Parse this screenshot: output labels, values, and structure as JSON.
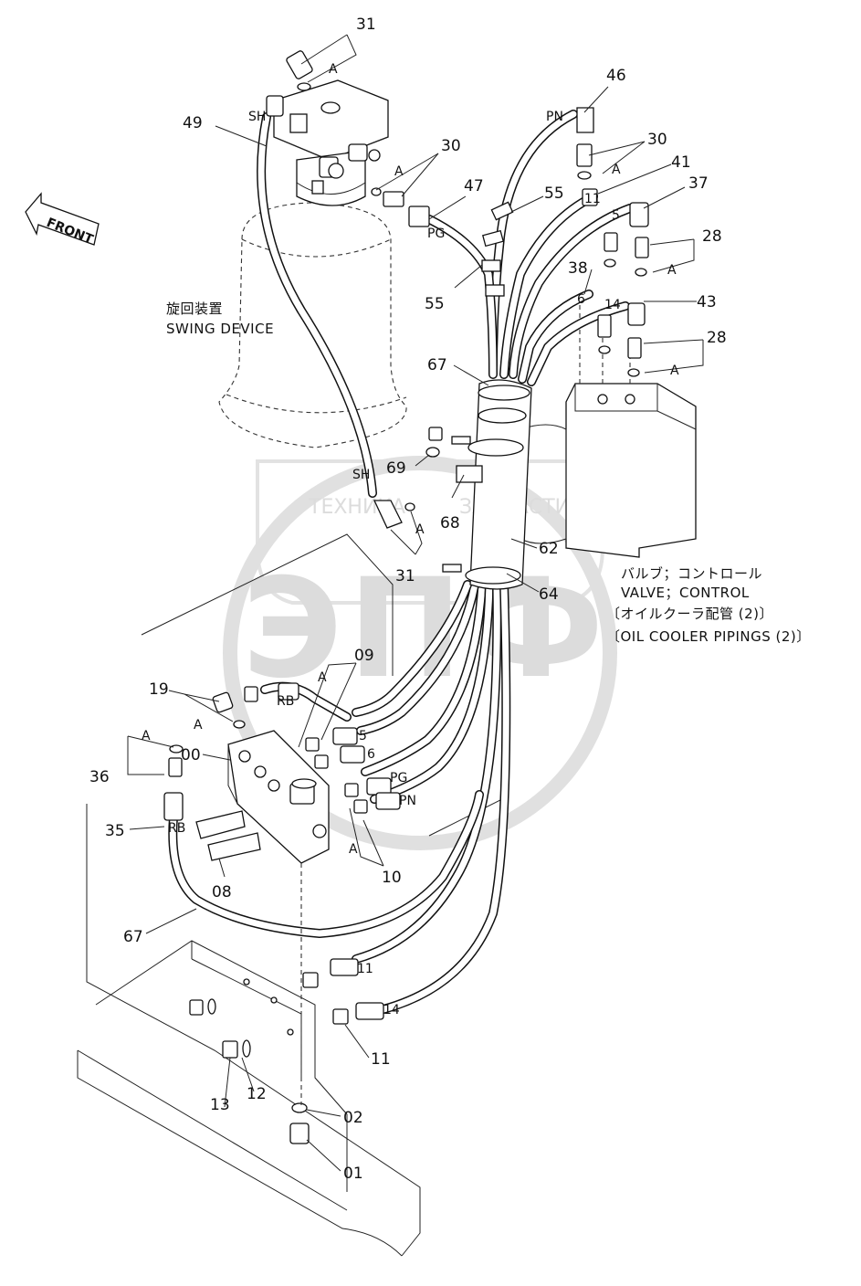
{
  "watermark": {
    "brand_top": "ТЕХНИКА",
    "brand_right": "ЗАПЧАСТИ",
    "logo_letters": "ЭПФ"
  },
  "orientation_label": "FRONT",
  "captions": {
    "swing_jp": "旋回装置",
    "swing_en": "SWING DEVICE",
    "valve_jp": "バルブ；コントロール",
    "valve_en": "VALVE；CONTROL",
    "oil_jp": "〔オイルクーラ配管 (2)〕",
    "oil_en": "〔OIL COOLER PIPINGS (2)〕"
  },
  "callouts": {
    "n31_top": "31",
    "n49": "49",
    "n30_mid": "30",
    "n46": "46",
    "n30_right": "30",
    "n41": "41",
    "n47": "47",
    "n55_top": "55",
    "n37": "37",
    "n28_top": "28",
    "n55_bot": "55",
    "n38": "38",
    "n43": "43",
    "n28_bot": "28",
    "n67_top": "67",
    "n69": "69",
    "n68": "68",
    "n62": "62",
    "n31_bot": "31",
    "n64": "64",
    "n09": "09",
    "n19": "19",
    "n36": "36",
    "n00": "00",
    "n35": "35",
    "n08": "08",
    "n10": "10",
    "n67_bot": "67",
    "n11": "11",
    "n13": "13",
    "n12": "12",
    "n02": "02",
    "n01": "01"
  },
  "hose_tags": {
    "SH_top": "SH",
    "SH_bot": "SH",
    "PN_top": "PN",
    "PG_top": "PG",
    "RB_top": "RB",
    "RB_left": "RB",
    "PG_bot": "PG",
    "PN_bot": "PN",
    "h5_top": "5",
    "h6_top": "6",
    "h11_top": "11",
    "h14_top": "14",
    "h5_bot": "5",
    "h6_bot": "6",
    "h11_bot": "11",
    "h14_bot": "14"
  },
  "a_marks": {
    "a1": "A",
    "a2": "A",
    "a3": "A",
    "a4": "A",
    "a5": "A",
    "a6": "A",
    "a7": "A",
    "a8": "A",
    "a9": "A",
    "a10": "A"
  }
}
